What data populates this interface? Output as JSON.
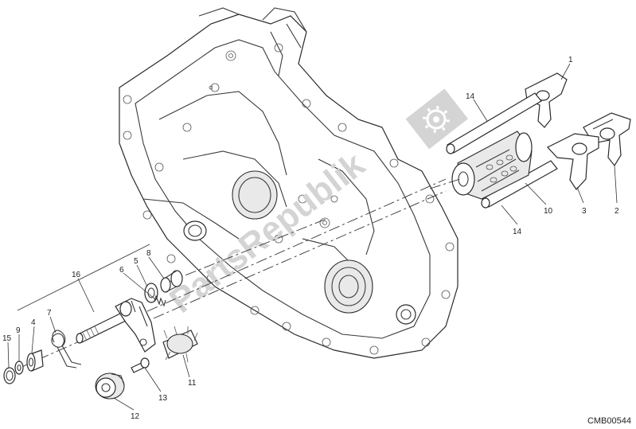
{
  "watermark": {
    "text": "PartsRepublik"
  },
  "drawing_code": "CMB00544",
  "callouts": [
    "1",
    "14",
    "10",
    "3",
    "2",
    "14",
    "16",
    "5",
    "8",
    "6",
    "7",
    "4",
    "9",
    "15",
    "11",
    "13",
    "12"
  ]
}
